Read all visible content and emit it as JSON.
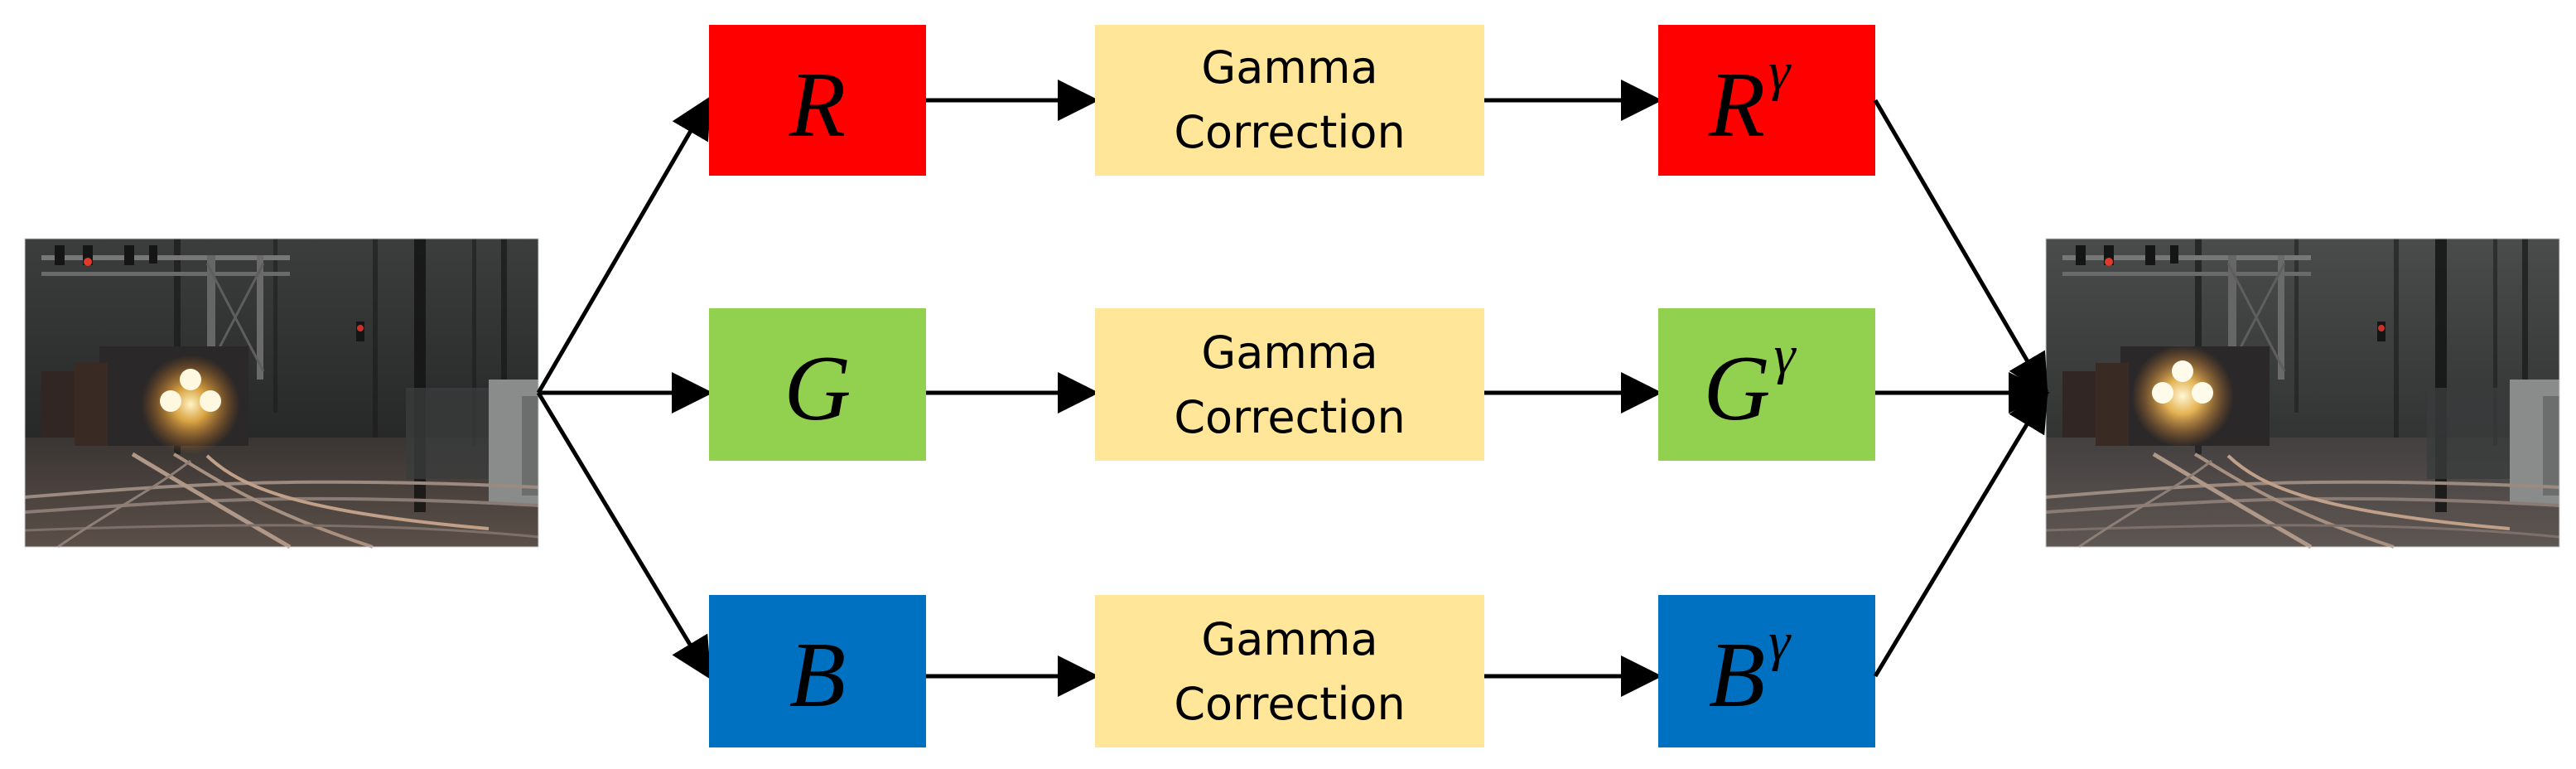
{
  "colors": {
    "red": "#ff0000",
    "green": "#92d050",
    "blue": "#0070c0",
    "gamma_box": "#ffe699",
    "arrow": "#000000"
  },
  "channels": [
    {
      "name": "R",
      "color_key": "red",
      "output_base": "R",
      "output_sup": "γ"
    },
    {
      "name": "G",
      "color_key": "green",
      "output_base": "G",
      "output_sup": "γ"
    },
    {
      "name": "B",
      "color_key": "blue",
      "output_base": "B",
      "output_sup": "γ"
    }
  ],
  "gamma": {
    "line1": "Gamma",
    "line2": "Correction"
  },
  "images": {
    "input": "night-railway-photo",
    "output": "night-railway-photo-enhanced"
  }
}
